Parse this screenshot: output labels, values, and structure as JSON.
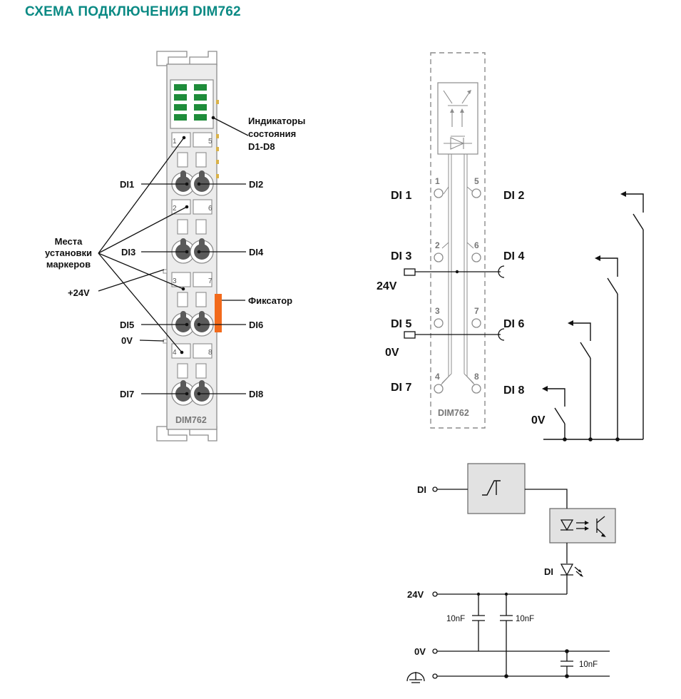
{
  "title": "СХЕМА ПОДКЛЮЧЕНИЯ DIM762",
  "colors": {
    "title": "#0b8a84",
    "led_green": "#1e8c3a",
    "latch_orange": "#f26a1b",
    "contact_gold": "#d9b24a",
    "screw_dark": "#5a5a5a"
  },
  "module_view": {
    "name": "DIM762",
    "indicators_label": [
      "Индикаторы",
      "состояния",
      "D1-D8"
    ],
    "markers_label": [
      "Места",
      "установки",
      "маркеров"
    ],
    "latch_label": "Фиксатор",
    "supply_pos": "+24V",
    "supply_neg": "0V",
    "left_inputs": [
      "DI1",
      "DI3",
      "DI5",
      "DI7"
    ],
    "right_inputs": [
      "DI2",
      "DI4",
      "DI6",
      "DI8"
    ],
    "marker_numbers_left": [
      "1",
      "2",
      "3",
      "4"
    ],
    "marker_numbers_right": [
      "5",
      "6",
      "7",
      "8"
    ]
  },
  "wiring": {
    "name": "DIM762",
    "pins_left": [
      "1",
      "2",
      "3",
      "4"
    ],
    "pins_right": [
      "5",
      "6",
      "7",
      "8"
    ],
    "di_left": [
      "DI 1",
      "DI 3",
      "DI 5",
      "DI 7"
    ],
    "di_right": [
      "DI 2",
      "DI 4",
      "DI 6",
      "DI 8"
    ],
    "supply_pos": "24V",
    "supply_neg": "0V",
    "switch_common": "0V"
  },
  "input_circuit": {
    "di": "DI",
    "led": "DI",
    "supply_pos": "24V",
    "supply_neg": "0V",
    "cap1": "10nF",
    "cap2": "10nF",
    "cap3": "10nF",
    "ground_icon": "protective-earth-icon"
  }
}
